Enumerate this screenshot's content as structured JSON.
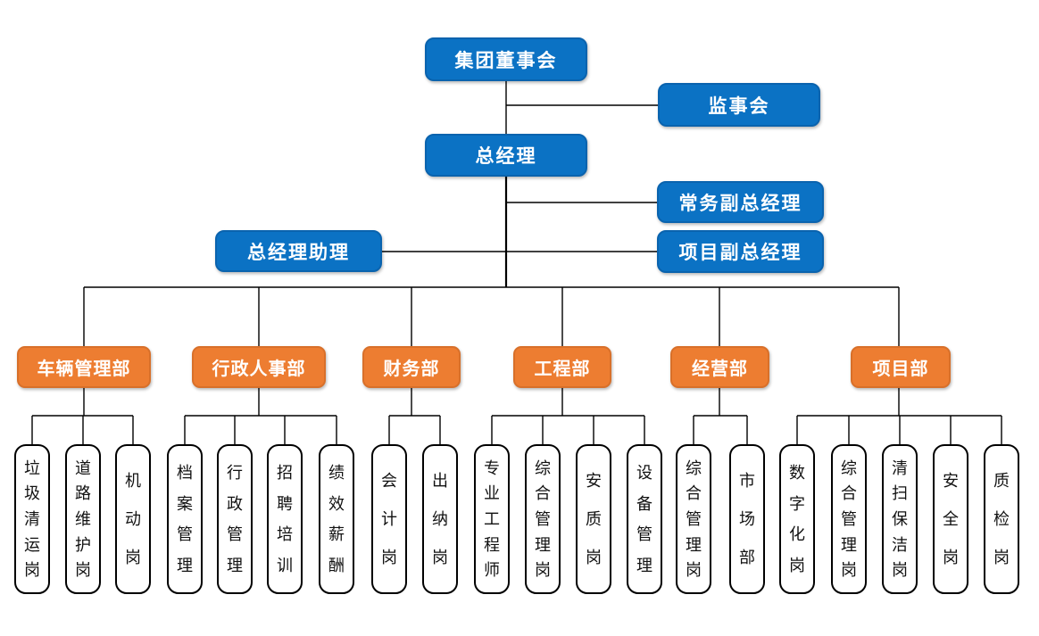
{
  "colors": {
    "executive_node": "#0B72C4",
    "department_node": "#ED7D31",
    "position_node_bg": "#FFFFFF",
    "connector_line": "#000000"
  },
  "leadership": {
    "board": "集团董事会",
    "supervisory": "监事会",
    "general_manager": "总经理",
    "exec_deputy_gm": "常务副总经理",
    "gm_assistant": "总经理助理",
    "project_deputy_gm": "项目副总经理"
  },
  "departments": [
    {
      "name": "车辆管理部",
      "children": [
        "垃圾清运岗",
        "道路维护岗",
        "机动岗"
      ]
    },
    {
      "name": "行政人事部",
      "children": [
        "档案管理",
        "行政管理",
        "招聘培训",
        "绩效薪酬"
      ]
    },
    {
      "name": "财务部",
      "children": [
        "会计岗",
        "出纳岗"
      ]
    },
    {
      "name": "工程部",
      "children": [
        "专业工程师",
        "综合管理岗",
        "安质岗",
        "设备管理"
      ]
    },
    {
      "name": "经营部",
      "children": [
        "综合管理岗",
        "市场部"
      ]
    },
    {
      "name": "项目部",
      "children": [
        "数字化岗",
        "综合管理岗",
        "清扫保洁岗",
        "安全岗",
        "质检岗"
      ]
    }
  ]
}
